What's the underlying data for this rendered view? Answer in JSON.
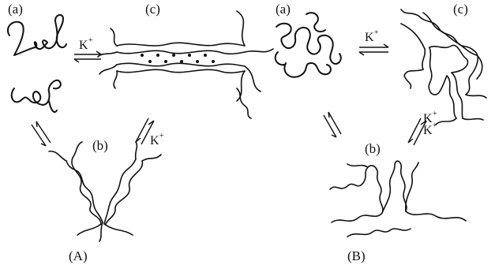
{
  "panel_A": {
    "state_a": "(a)",
    "state_b": "(b)",
    "state_c": "(c)",
    "ion_top": "K",
    "ion_right": "K",
    "charge": "+",
    "caption": "(A)"
  },
  "panel_B": {
    "state_a": "(a)",
    "state_b": "(b)",
    "state_c": "(c)",
    "ion_top": "K",
    "ion_right_1": "K",
    "ion_right_2": "K",
    "charge": "+",
    "caption": "(B)"
  }
}
